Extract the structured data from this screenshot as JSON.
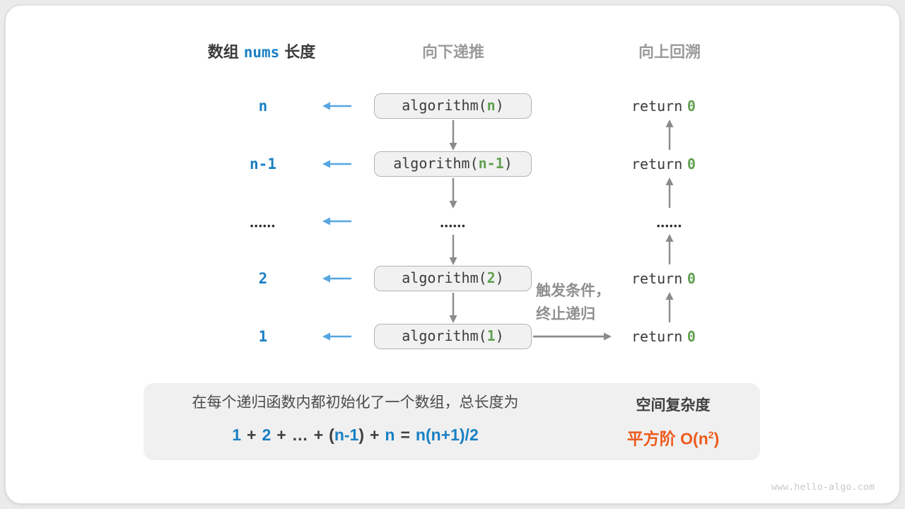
{
  "header": {
    "left_title": {
      "prefix": "数组",
      "code": "nums",
      "suffix": "长度"
    },
    "middle_title": "向下递推",
    "right_title": "向上回溯"
  },
  "rows": [
    {
      "label": "n",
      "code_prefix": "algorithm(",
      "code_arg": "n",
      "code_suffix": ")",
      "return_keyword": "return",
      "return_value": "0"
    },
    {
      "label": "n-1",
      "code_prefix": "algorithm(",
      "code_arg": "n-1",
      "code_suffix": ")",
      "return_keyword": "return",
      "return_value": "0"
    },
    {
      "label": "••••••",
      "middle": "••••••",
      "right": "••••••"
    },
    {
      "label": "2",
      "code_prefix": "algorithm(",
      "code_arg": "2",
      "code_suffix": ")",
      "return_keyword": "return",
      "return_value": "0"
    },
    {
      "label": "1",
      "code_prefix": "algorithm(",
      "code_arg": "1",
      "code_suffix": ")",
      "return_keyword": "return",
      "return_value": "0"
    }
  ],
  "base_case_note": {
    "line1": "触发条件，",
    "line2": "终止递归"
  },
  "summary": {
    "description": "在每个递归函数内都初始化了一个数组，总长度为",
    "formula": {
      "t1": "1",
      "op1": "+",
      "t2": "2",
      "op2": "+",
      "dots": "…",
      "op3": "+",
      "open": "(",
      "t3": "n-1",
      "close": ")",
      "op4": "+",
      "t4": "n",
      "eq": "=",
      "t5": "n(n+1)/2"
    },
    "result_title": "空间复杂度",
    "result_prefix": "平方阶 O(n",
    "result_sup": "2",
    "result_suffix": ")"
  },
  "watermark": "www.hello-algo.com",
  "colors": {
    "label_blue": "#1a80c4",
    "arrow_blue": "#55a6e2",
    "code_green": "#61a050",
    "result_orange": "#ed5a1d",
    "gray_title": "#9b9b9b",
    "dark_text": "#3b3b3b"
  }
}
